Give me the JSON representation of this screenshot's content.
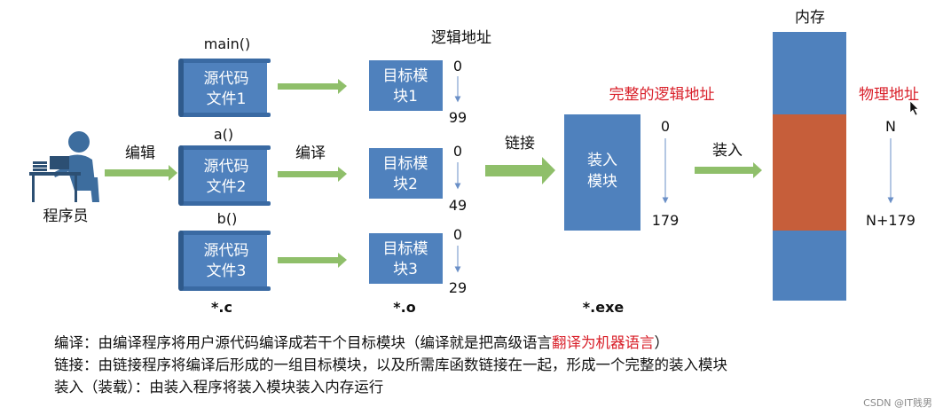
{
  "programmer": {
    "label": "程序员"
  },
  "arrows": {
    "edit": "编辑",
    "compile": "编译",
    "link": "链接",
    "load": "装入"
  },
  "sources": {
    "items": [
      {
        "func": "main()",
        "line1": "源代码",
        "line2": "文件1"
      },
      {
        "func": "a()",
        "line1": "源代码",
        "line2": "文件2"
      },
      {
        "func": "b()",
        "line1": "源代码",
        "line2": "文件3"
      }
    ],
    "ext": "*.c"
  },
  "objects": {
    "header": "逻辑地址",
    "items": [
      {
        "line1": "目标模",
        "line2": "块1",
        "start": "0",
        "end": "99"
      },
      {
        "line1": "目标模",
        "line2": "块2",
        "start": "0",
        "end": "49"
      },
      {
        "line1": "目标模",
        "line2": "块3",
        "start": "0",
        "end": "29"
      }
    ],
    "ext": "*.o"
  },
  "load_module": {
    "header": "完整的逻辑地址",
    "line1": "装入",
    "line2": "模块",
    "start": "0",
    "end": "179",
    "ext": "*.exe"
  },
  "memory": {
    "title": "内存",
    "header": "物理地址",
    "start": "N",
    "end": "N+179"
  },
  "notes": {
    "compile_prefix": "编译：由编译程序将用户源代码编译成若干个目标模块（编译就是把高级语言",
    "compile_highlight": "翻译为机器语言",
    "compile_suffix": "）",
    "link": "链接：由链接程序将编译后形成的一组目标模块，以及所需库函数链接在一起，形成一个完整的装入模块",
    "load": "装入（装载）：由装入程序将装入模块装入内存运行"
  },
  "watermark": "CSDN @IT贱男",
  "colors": {
    "box": "#4f81bd",
    "memory_used": "#c65e3a",
    "arrow": "#8fbf6a",
    "highlight": "#d9202a"
  }
}
